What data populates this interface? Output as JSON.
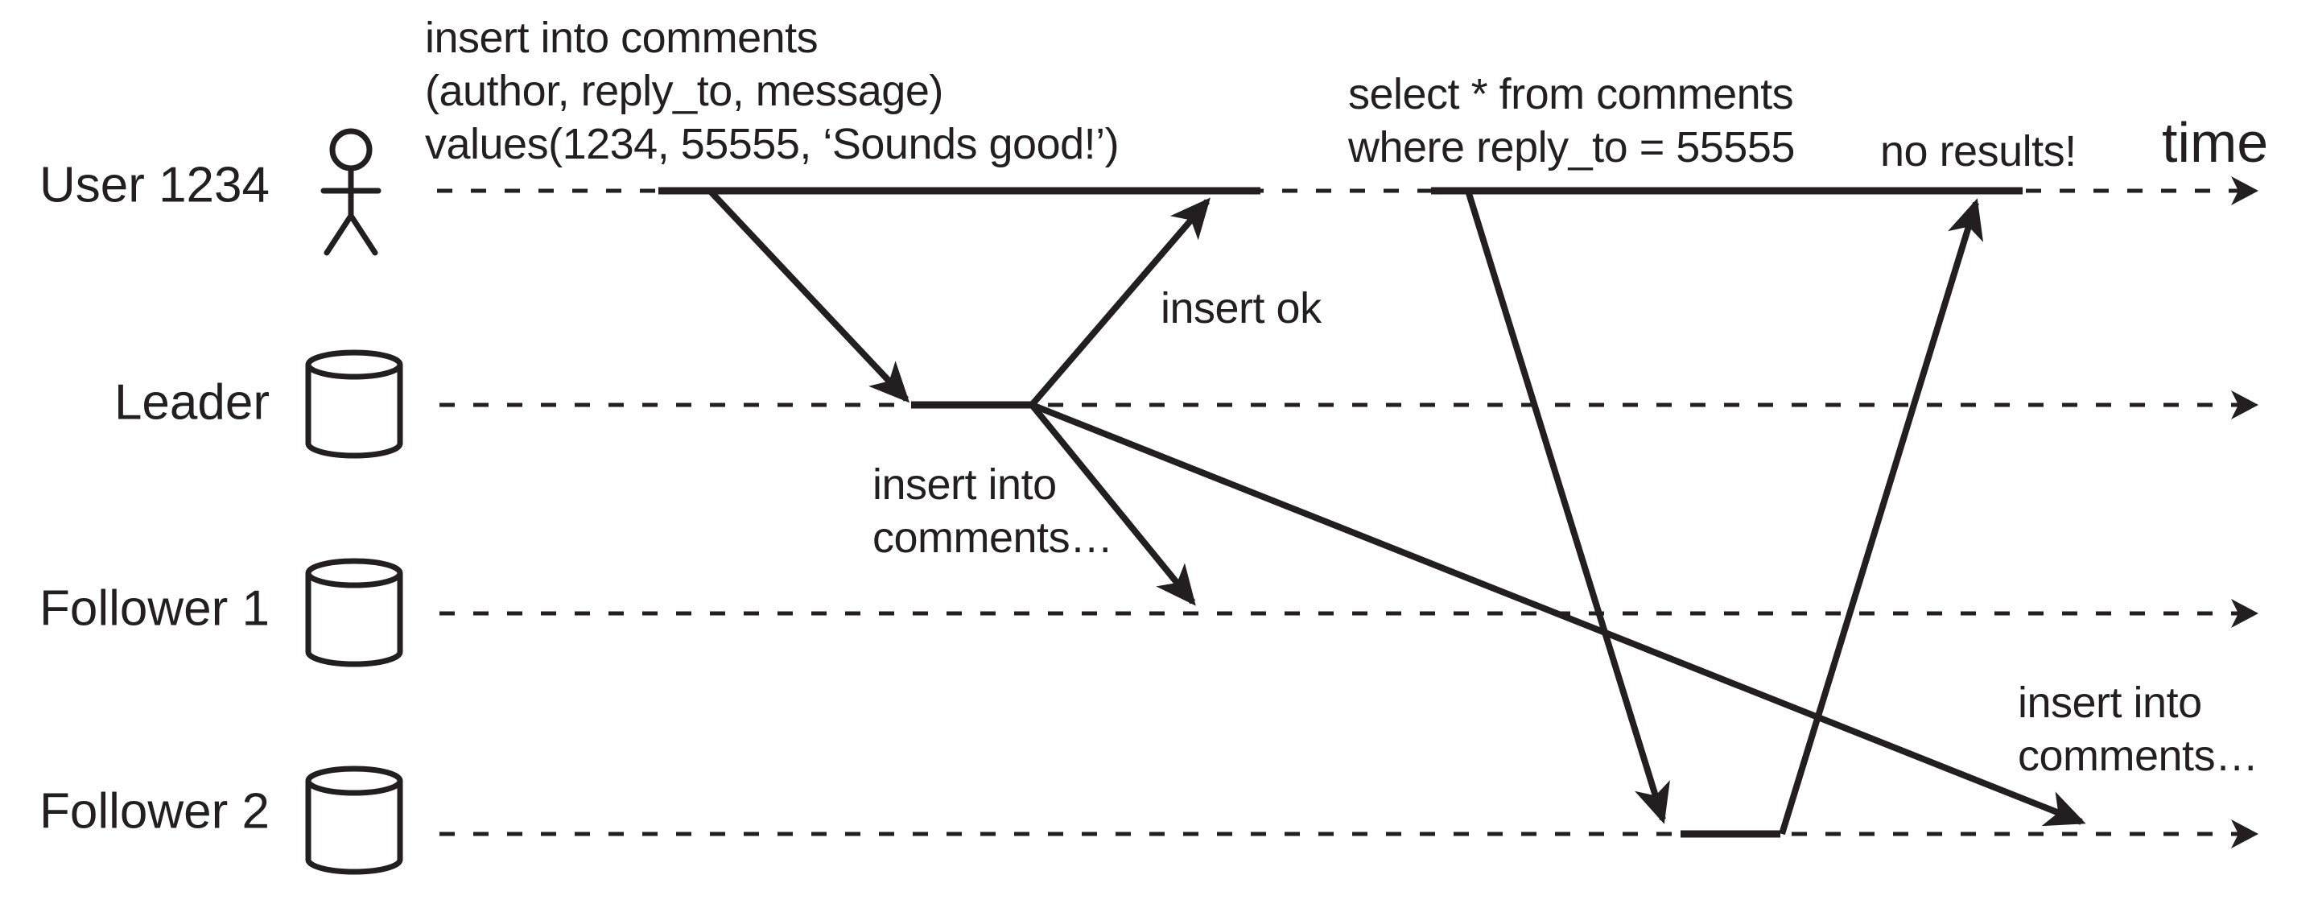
{
  "ink_color": "#231f20",
  "background_color": "#ffffff",
  "time_axis_label": "time",
  "actors": [
    {
      "id": "user",
      "label": "User 1234",
      "icon": "person-icon"
    },
    {
      "id": "leader",
      "label": "Leader",
      "icon": "database-cylinder-icon"
    },
    {
      "id": "follower1",
      "label": "Follower 1",
      "icon": "database-cylinder-icon"
    },
    {
      "id": "follower2",
      "label": "Follower 2",
      "icon": "database-cylinder-icon"
    }
  ],
  "labels": {
    "insert_query": "insert into comments\n(author, reply_to, message)\nvalues(1234, 55555, ‘Sounds good!’)",
    "select_query": "select * from comments\nwhere reply_to = 55555",
    "insert_ok": "insert ok",
    "no_results": "no results!",
    "replicate_to_follower1": "insert into\ncomments…",
    "replicate_to_follower2": "insert into\ncomments…"
  },
  "messages": [
    {
      "from": "User 1234",
      "to": "Leader",
      "label": "insert into comments (author, reply_to, message) values(1234, 55555, ‘Sounds good!’)"
    },
    {
      "from": "Leader",
      "to": "User 1234",
      "label": "insert ok"
    },
    {
      "from": "Leader",
      "to": "Follower 1",
      "label": "insert into comments…"
    },
    {
      "from": "Leader",
      "to": "Follower 2",
      "label": "insert into comments…"
    },
    {
      "from": "User 1234",
      "to": "Follower 2",
      "label": "select * from comments where reply_to = 55555"
    },
    {
      "from": "Follower 2",
      "to": "User 1234",
      "label": "no results!"
    }
  ]
}
